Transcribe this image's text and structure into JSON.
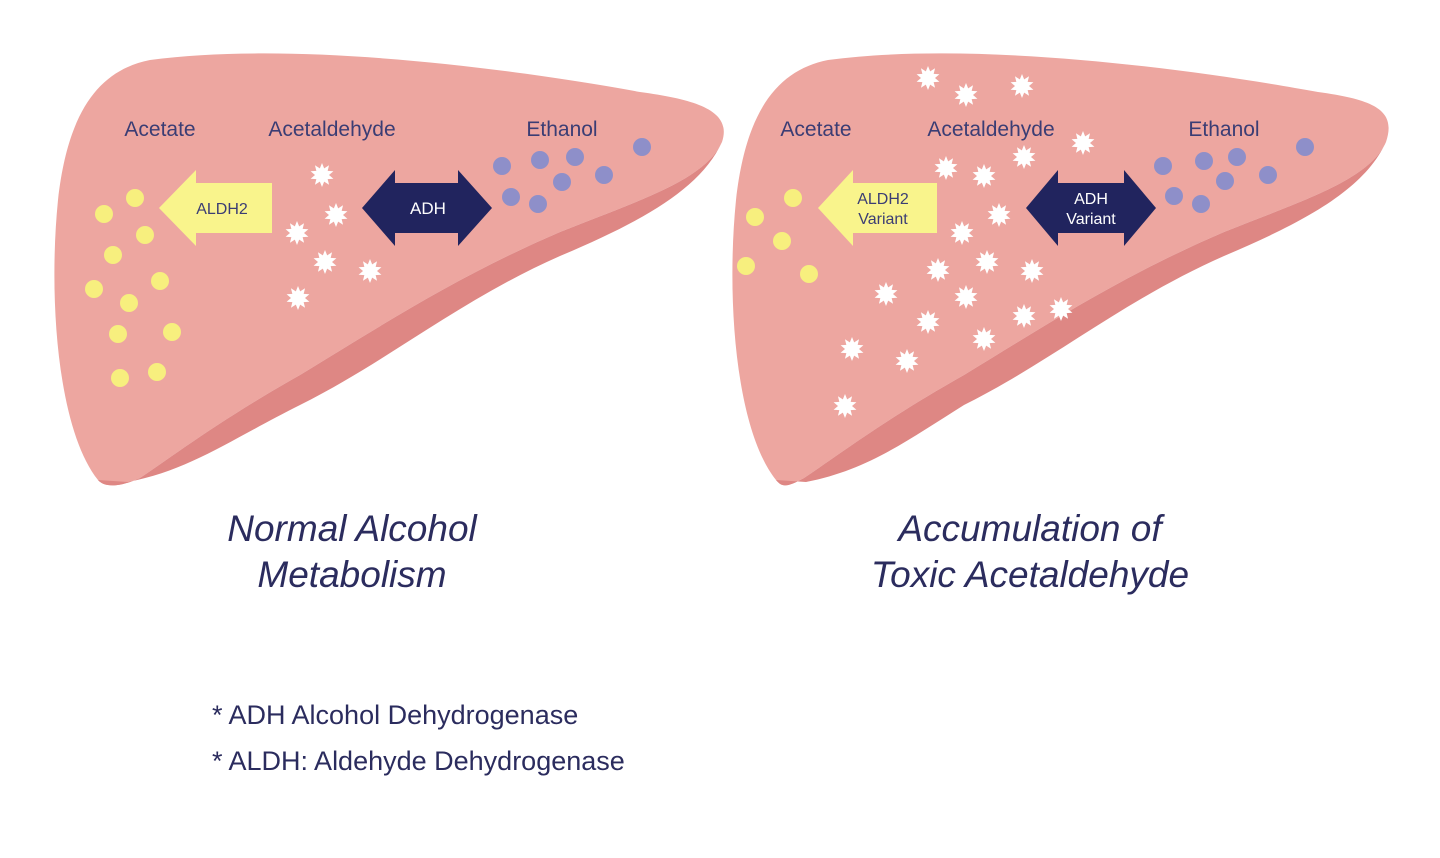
{
  "colors": {
    "liver": "#eda6a0",
    "liver_shadow": "#de8784",
    "label": "#3b3d74",
    "acetate_dot": "#f7ef7e",
    "ethanol_dot": "#8e8fc9",
    "acetaldehyde_star": "#ffffff",
    "aldh_arrow": "#f9f48c",
    "adh_arrow": "#21245e"
  },
  "panels": [
    {
      "labels": {
        "acetate": "Acetate",
        "acetaldehyde": "Acetaldehyde",
        "ethanol": "Ethanol"
      },
      "aldh_arrow_lines": [
        "ALDH2"
      ],
      "adh_arrow_lines": [
        "ADH"
      ],
      "caption_lines": [
        "Normal Alcohol",
        "Metabolism"
      ]
    },
    {
      "labels": {
        "acetate": "Acetate",
        "acetaldehyde": "Acetaldehyde",
        "ethanol": "Ethanol"
      },
      "aldh_arrow_lines": [
        "ALDH2",
        "Variant"
      ],
      "adh_arrow_lines": [
        "ADH",
        "Variant"
      ],
      "caption_lines": [
        "Accumulation of",
        "Toxic Acetaldehyde"
      ]
    }
  ],
  "footnotes": [
    "* ADH Alcohol Dehydrogenase",
    "* ALDH: Aldehyde Dehydrogenase"
  ]
}
